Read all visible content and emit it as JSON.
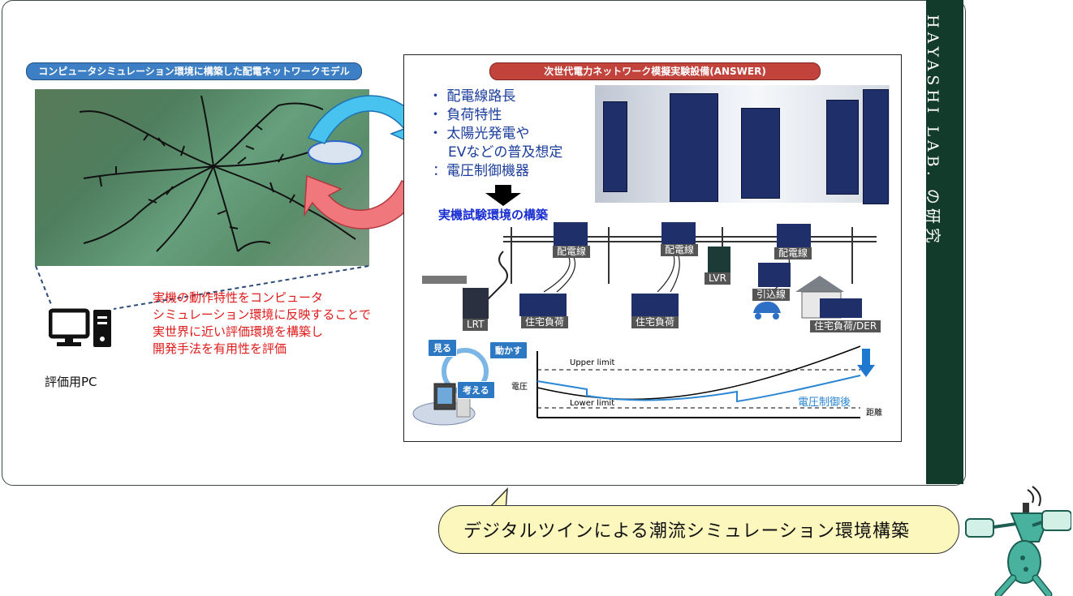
{
  "side_title": "HAYASHI LAB. の研究",
  "sim": {
    "header": "コンピュータシミュレーション環境に構築した配電ネットワークモデル",
    "pc_label": "評価用PC",
    "note_lines": [
      "実機の動作特性をコンピュータ",
      "シミュレーション環境に反映することで",
      "実世界に近い評価環境を構築し",
      "開発手法を有用性を評価"
    ]
  },
  "lab": {
    "header": "次世代電力ネットワーク模擬実験設備(ANSWER)",
    "bullets": [
      "・ 配電線路長",
      "・ 負荷特性",
      "・ 太陽光発電や",
      "EVなどの普及想定",
      "：電圧制御機器"
    ],
    "build_label": "実機試験環境の構築",
    "equipment": {
      "feeder_labels": [
        "配電線",
        "配電線",
        "配電線"
      ],
      "lvr": "LVR",
      "service": "引込線",
      "lrt": "LRT",
      "house_loads": [
        "住宅負荷",
        "住宅負荷",
        "住宅負荷/DER"
      ]
    },
    "cycle": {
      "see": "見る",
      "move": "動かす",
      "think": "考える"
    },
    "voltage_chart": {
      "upper": "Upper limit",
      "lower": "Lower limit",
      "y_label": "電圧",
      "x_label": "距離",
      "after_label": "電圧制御後"
    }
  },
  "bubble_text": "デジタルツインによる潮流シミュレーション環境構築",
  "colors": {
    "side": "#123b2c",
    "blue_header": "#3d7fc4",
    "red_header": "#c1433c",
    "note": "#e01a1a",
    "bubble": "#fbf7bd"
  }
}
